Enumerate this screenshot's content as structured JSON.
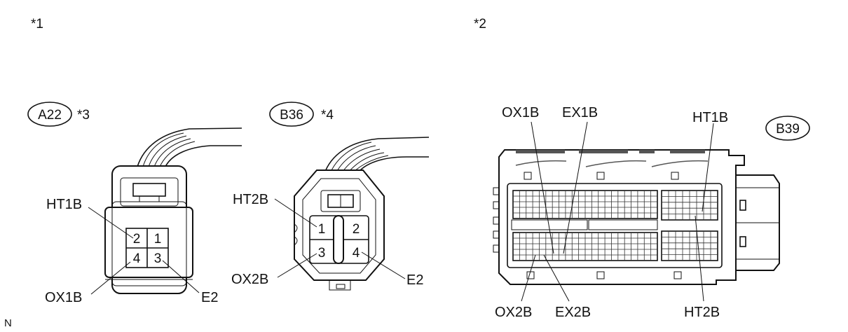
{
  "notes": {
    "n1": "*1",
    "n2": "*2",
    "n3": "*3",
    "n4": "*4",
    "footer": "N"
  },
  "connectors": {
    "a22": {
      "tag": "A22",
      "pins": {
        "p1": "1",
        "p2": "2",
        "p3": "3",
        "p4": "4"
      },
      "labels": {
        "ht1b": "HT1B",
        "ox1b": "OX1B",
        "e2": "E2"
      }
    },
    "b36": {
      "tag": "B36",
      "pins": {
        "p1": "1",
        "p2": "2",
        "p3": "3",
        "p4": "4"
      },
      "labels": {
        "ht2b": "HT2B",
        "ox2b": "OX2B",
        "e2": "E2"
      }
    },
    "b39": {
      "tag": "B39",
      "labels": {
        "ox1b": "OX1B",
        "ex1b": "EX1B",
        "ht1b": "HT1B",
        "ox2b": "OX2B",
        "ex2b": "EX2B",
        "ht2b": "HT2B"
      }
    }
  }
}
